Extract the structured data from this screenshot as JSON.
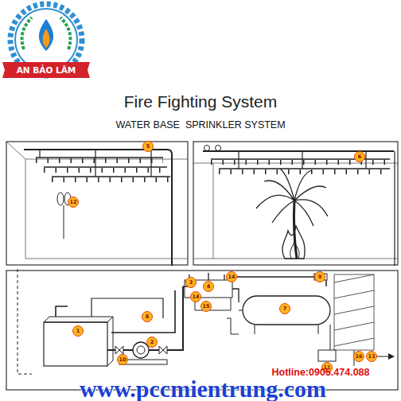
{
  "diagram": {
    "title": "Fire Fighting System",
    "nodes": [
      {
        "text": [
          "5"
        ]
      },
      {
        "text": [
          "6"
        ]
      },
      {
        "text": [
          "12"
        ]
      },
      {
        "text": [
          "14"
        ]
      },
      {
        "text": [
          "9"
        ]
      },
      {
        "text": [
          "3"
        ]
      },
      {
        "text": [
          "4"
        ]
      },
      {
        "text": [
          "14"
        ]
      },
      {
        "text": [
          "15"
        ]
      },
      {
        "text": [
          "7"
        ]
      },
      {
        "text": [
          "8"
        ]
      },
      {
        "text": [
          "1"
        ]
      },
      {
        "text": [
          "2"
        ]
      },
      {
        "text": [
          "16"
        ]
      },
      {
        "text": [
          "13"
        ]
      },
      {
        "text": [
          "10"
        ]
      },
      {
        "text": [
          "11"
        ]
      }
    ],
    "labels": [
      "AN BẢO LÂM",
      "WATER BASE  SPRINKLER SYSTEM",
      "Hotline:0905.474.088",
      "www.pccmientrung.com"
    ]
  }
}
